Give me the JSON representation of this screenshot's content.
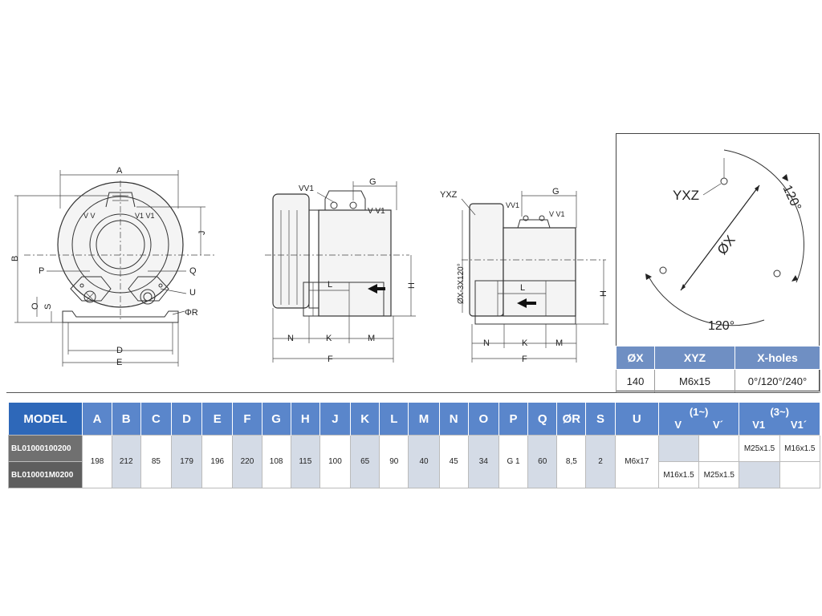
{
  "views": {
    "front": {
      "labels": {
        "A": "A",
        "B": "B",
        "J": "J",
        "P": "P",
        "Q": "Q",
        "U": "U",
        "O": "O",
        "S": "S",
        "R": "ΦR",
        "D": "D",
        "E": "E",
        "VV": "V V",
        "V1V1": "V1 V1"
      }
    },
    "side": {
      "labels": {
        "VV1": "VV1",
        "G": "G",
        "VV1b": "V V1",
        "H": "H",
        "L": "L",
        "N": "N",
        "K": "K",
        "M": "M",
        "F": "F"
      }
    },
    "rear": {
      "labels": {
        "YXZ": "YXZ",
        "phix": "ØX-3X120°",
        "VV1": "VV1",
        "VV1b": "V V1",
        "G": "G",
        "H": "H",
        "L": "L",
        "N": "N",
        "K": "K",
        "M": "M",
        "F": "F"
      }
    }
  },
  "holes_diagram": {
    "yxz": "YXZ",
    "phix": "ØX",
    "angle1": "120°",
    "angle2": "120°"
  },
  "xholes_table": {
    "headers": [
      "ØX",
      "XYZ",
      "X-holes"
    ],
    "row": [
      "140",
      "M6x15",
      "0°/120°/240°"
    ]
  },
  "spec_table": {
    "headers": [
      "MODEL",
      "A",
      "B",
      "C",
      "D",
      "E",
      "F",
      "G",
      "H",
      "J",
      "K",
      "L",
      "M",
      "N",
      "O",
      "P",
      "Q",
      "ØR",
      "S",
      "U"
    ],
    "group1": {
      "title": "(1~)",
      "sub": [
        "V",
        "V´"
      ]
    },
    "group3": {
      "title": "(3~)",
      "sub": [
        "V1",
        "V1´"
      ]
    },
    "models": [
      "BL01000100200",
      "BL010001M0200"
    ],
    "values": [
      "198",
      "212",
      "85",
      "179",
      "196",
      "220",
      "108",
      "115",
      "100",
      "65",
      "90",
      "40",
      "45",
      "34",
      "G 1",
      "60",
      "8,5",
      "2",
      "M6x17"
    ],
    "row1_extra": [
      "",
      "",
      "M25x1.5",
      "M16x1.5"
    ],
    "row2_extra": [
      "M16x1.5",
      "M25x1.5",
      "",
      ""
    ]
  },
  "colors": {
    "header": "#5a86cb",
    "model_header": "#2e68b9",
    "alt_cell": "#d4dbe6",
    "model_cell": "#707070"
  }
}
